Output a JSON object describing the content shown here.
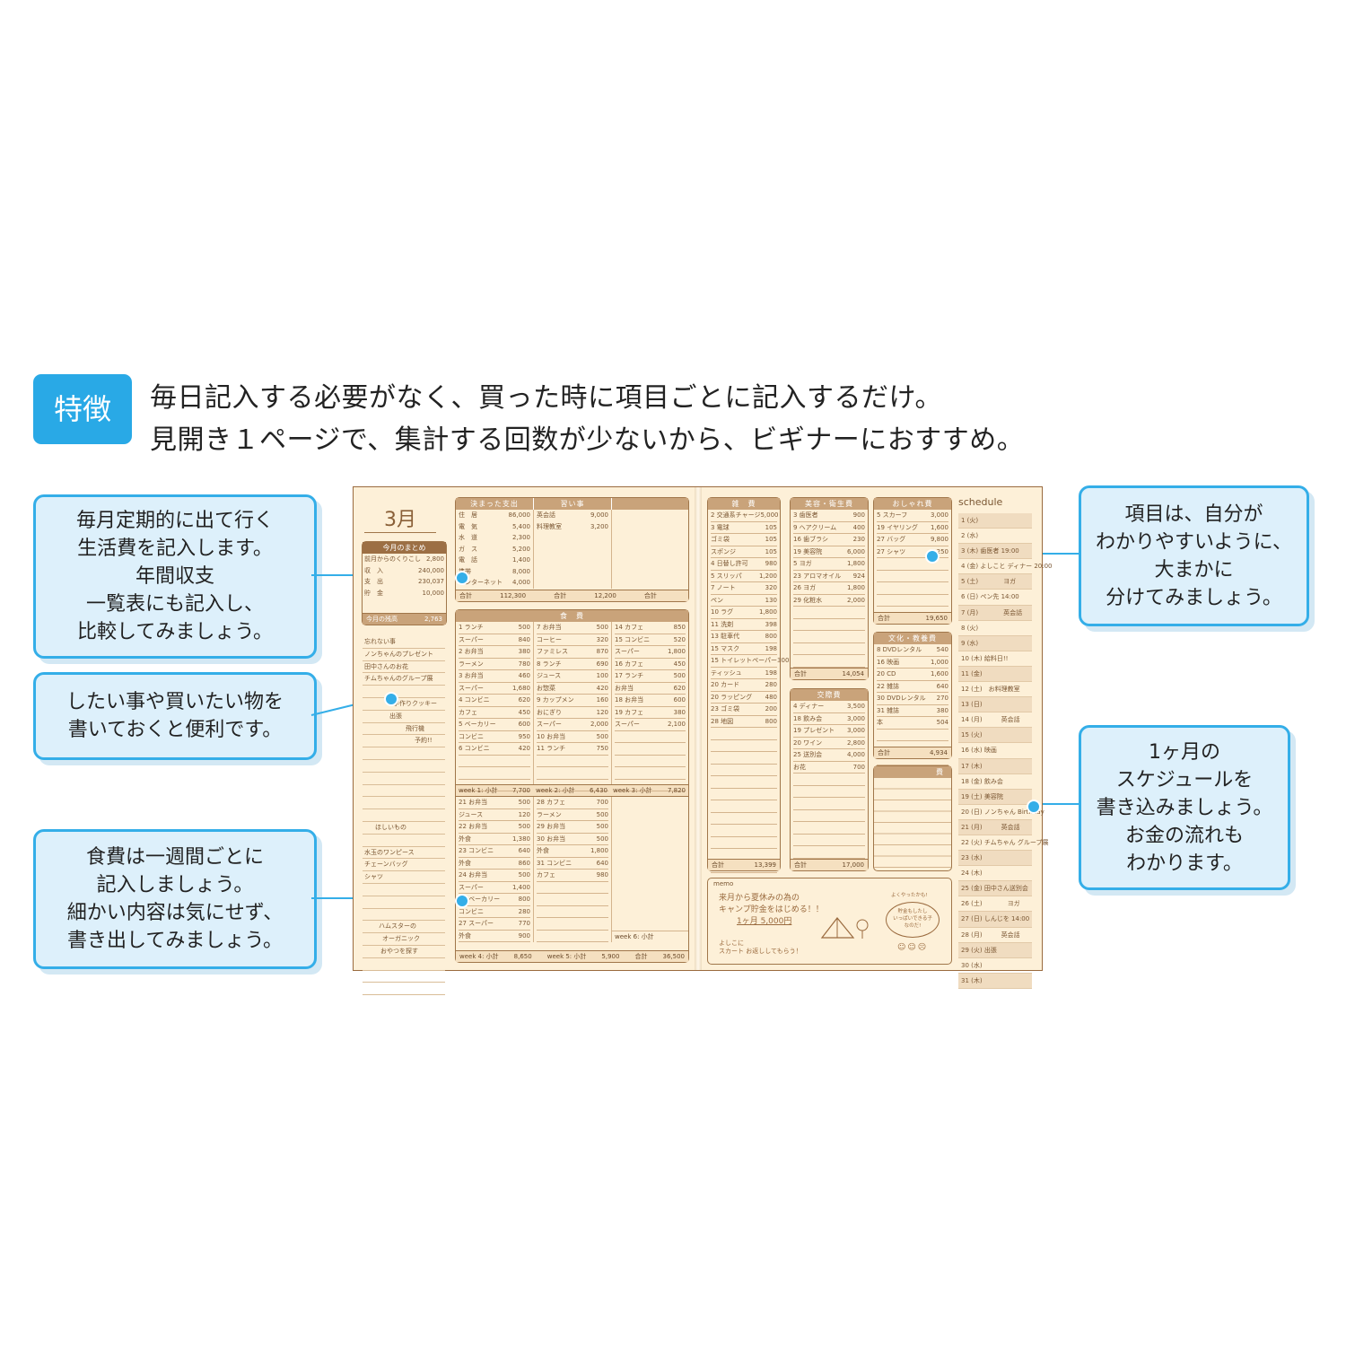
{
  "header": {
    "badge": "特徴",
    "line1": "毎日記入する必要がなく、買った時に項目ごとに記入するだけ。",
    "line2": "見開き１ページで、集計する回数が少ないから、ビギナーにおすすめ。"
  },
  "callouts": {
    "fixed": [
      "毎月定期的に出て行く",
      "生活費を記入します。",
      "年間収支",
      "一覧表にも記入し、",
      "比較してみましょう。"
    ],
    "wish": [
      "したい事や買いたい物を",
      "書いておくと便利です。"
    ],
    "food": [
      "食費は一週間ごとに",
      "記入しましょう。",
      "細かい内容は気にせず、",
      "書き出してみましょう。"
    ],
    "items": [
      "項目は、自分が",
      "わかりやすいように、",
      "大まかに",
      "分けてみましょう。"
    ],
    "schedule": [
      "1ヶ月の",
      "スケジュールを",
      "書き込みましょう。",
      "お金の流れも",
      "わかります。"
    ]
  },
  "notebook": {
    "month": "3月",
    "summary": {
      "title": "今月のまとめ",
      "rows": [
        [
          "前月からのくりこし",
          "2,800"
        ],
        [
          "収　入",
          "240,000"
        ],
        [
          "支　出",
          "230,037"
        ],
        [
          "貯　金",
          "10,000"
        ]
      ],
      "balance_label": "今月の残高",
      "balance": "2,763"
    },
    "left_list": [
      "忘れない事",
      "ノンちゃんのプレゼント",
      "田中さんのお花",
      "チムちゃんのグループ展",
      "手作りクッキー",
      "出張",
      "飛行機",
      "予約!!",
      "ほしいもの",
      "水玉のワンピース",
      "チェーンバッグ",
      "シャツ",
      "ハムスターの",
      "オーガニック",
      "おやつを探す"
    ],
    "fixed": {
      "title": "決まった支出",
      "sub": "習い事",
      "rows": [
        [
          "住　居",
          "86,000"
        ],
        [
          "電　気",
          "5,400"
        ],
        [
          "水　道",
          "2,300"
        ],
        [
          "ガ　ス",
          "5,200"
        ],
        [
          "電　話",
          "1,400"
        ],
        [
          "携帯",
          "8,000"
        ],
        [
          "インターネット",
          "4,000"
        ]
      ],
      "lessons": [
        [
          "英会話",
          "9,000"
        ],
        [
          "料理教室",
          "3,200"
        ]
      ],
      "total1": "112,300",
      "total2": "12,200",
      "total_label": "合計"
    },
    "food": {
      "title": "食　費",
      "col1": [
        [
          "1",
          "ランチ",
          "500"
        ],
        [
          "",
          "スーパー",
          "840"
        ],
        [
          "2",
          "お弁当",
          "380"
        ],
        [
          "",
          "ラーメン",
          "780"
        ],
        [
          "3",
          "お弁当",
          "460"
        ],
        [
          "",
          "スーパー",
          "1,680"
        ],
        [
          "4",
          "コンビニ",
          "620"
        ],
        [
          "",
          "カフェ",
          "450"
        ],
        [
          "5",
          "ベーカリー",
          "600"
        ],
        [
          "",
          "コンビニ",
          "950"
        ],
        [
          "6",
          "コンビニ",
          "420"
        ]
      ],
      "col2": [
        [
          "7",
          "お弁当",
          "500"
        ],
        [
          "",
          "コーヒー",
          "320"
        ],
        [
          "",
          "ファミレス",
          "870"
        ],
        [
          "8",
          "ランチ",
          "690"
        ],
        [
          "",
          "ジュース",
          "100"
        ],
        [
          "",
          "お惣菜",
          "420"
        ],
        [
          "9",
          "カップメン",
          "160"
        ],
        [
          "",
          "おにぎり",
          "120"
        ],
        [
          "",
          "スーパー",
          "2,000"
        ],
        [
          "10",
          "お弁当",
          "500"
        ],
        [
          "11",
          "ランチ",
          "750"
        ]
      ],
      "col3": [
        [
          "14",
          "カフェ",
          "850"
        ],
        [
          "15",
          "コンビニ",
          "520"
        ],
        [
          "",
          "スーパー",
          "1,800"
        ],
        [
          "16",
          "カフェ",
          "450"
        ],
        [
          "17",
          "ランチ",
          "500"
        ],
        [
          "",
          "お弁当",
          "620"
        ],
        [
          "18",
          "お弁当",
          "600"
        ],
        [
          "19",
          "カフェ",
          "380"
        ],
        [
          "",
          "スーパー",
          "2,100"
        ]
      ],
      "week1": [
        "week 1: 小計",
        "7,700"
      ],
      "week2": [
        "week 2: 小計",
        "6,430"
      ],
      "week3": [
        "week 3: 小計",
        "7,820"
      ],
      "col4": [
        [
          "21",
          "お弁当",
          "500"
        ],
        [
          "",
          "ジュース",
          "120"
        ],
        [
          "22",
          "お弁当",
          "500"
        ],
        [
          "",
          "外食",
          "1,380"
        ],
        [
          "23",
          "コンビニ",
          "640"
        ],
        [
          "",
          "外食",
          "860"
        ],
        [
          "24",
          "お弁当",
          "500"
        ],
        [
          "",
          "スーパー",
          "1,400"
        ],
        [
          "25",
          "ベーカリー",
          "800"
        ],
        [
          "",
          "コンビニ",
          "280"
        ],
        [
          "27",
          "スーパー",
          "770"
        ],
        [
          "",
          "外食",
          "900"
        ]
      ],
      "col5": [
        [
          "28",
          "カフェ",
          "700"
        ],
        [
          "",
          "ラーメン",
          "500"
        ],
        [
          "29",
          "お弁当",
          "500"
        ],
        [
          "30",
          "お弁当",
          "500"
        ],
        [
          "",
          "外食",
          "1,800"
        ],
        [
          "31",
          "コンビニ",
          "640"
        ],
        [
          "",
          "カフェ",
          "980"
        ]
      ],
      "week4": [
        "week 4: 小計",
        "8,650"
      ],
      "week5": [
        "week 5: 小計",
        "5,900"
      ],
      "week6": [
        "week 6: 小計",
        ""
      ],
      "total": [
        "合計",
        "36,500"
      ]
    },
    "misc": {
      "title": "雑　費",
      "rows": [
        [
          "2",
          "交通系チャージ",
          "5,000"
        ],
        [
          "3",
          "電球",
          "105"
        ],
        [
          "",
          "ゴミ袋",
          "105"
        ],
        [
          "",
          "スポンジ",
          "105"
        ],
        [
          "4",
          "日替し許可",
          "980"
        ],
        [
          "5",
          "スリッパ",
          "1,200"
        ],
        [
          "7",
          "ノート",
          "320"
        ],
        [
          "",
          "ペン",
          "130"
        ],
        [
          "10",
          "ラグ",
          "1,800"
        ],
        [
          "11",
          "洗剤",
          "398"
        ],
        [
          "13",
          "駐車代",
          "800"
        ],
        [
          "15",
          "マスク",
          "198"
        ],
        [
          "15",
          "トイレットペーパー",
          "300"
        ],
        [
          "",
          "ティッシュ",
          "198"
        ],
        [
          "20",
          "カード",
          "280"
        ],
        [
          "20",
          "ラッピング",
          "480"
        ],
        [
          "23",
          "ゴミ袋",
          "200"
        ],
        [
          "28",
          "地図",
          "800"
        ]
      ],
      "total": [
        "合計",
        "13,399"
      ]
    },
    "beauty": {
      "title": "美容・衛生費",
      "rows": [
        [
          "3",
          "歯医者",
          "900"
        ],
        [
          "9",
          "ヘアクリーム",
          "400"
        ],
        [
          "16",
          "歯ブラシ",
          "230"
        ],
        [
          "19",
          "美容院",
          "6,000"
        ],
        [
          "5",
          "ヨガ",
          "1,800"
        ],
        [
          "23",
          "アロマオイル",
          "924"
        ],
        [
          "26",
          "ヨガ",
          "1,800"
        ],
        [
          "29",
          "化粧水",
          "2,000"
        ]
      ],
      "total": [
        "合計",
        "14,054"
      ]
    },
    "social": {
      "title": "交際費",
      "rows": [
        [
          "4",
          "ディナー",
          "3,500"
        ],
        [
          "18",
          "飲み会",
          "3,000"
        ],
        [
          "19",
          "プレゼント",
          "3,000"
        ],
        [
          "20",
          "ワイン",
          "2,800"
        ],
        [
          "25",
          "送別会",
          "4,000"
        ],
        [
          "",
          "お花",
          "700"
        ]
      ],
      "total": [
        "合計",
        "17,000"
      ]
    },
    "fashion": {
      "title": "おしゃれ費",
      "rows": [
        [
          "5",
          "スカーフ",
          "3,000"
        ],
        [
          "19",
          "イヤリング",
          "1,600"
        ],
        [
          "27",
          "バッグ",
          "9,800"
        ],
        [
          "27",
          "シャツ",
          "5,250"
        ]
      ],
      "total": [
        "合計",
        "19,650"
      ]
    },
    "culture": {
      "title": "文化・教養費",
      "rows": [
        [
          "8",
          "DVDレンタル",
          "540"
        ],
        [
          "16",
          "映画",
          "1,000"
        ],
        [
          "20",
          "CD",
          "1,600"
        ],
        [
          "22",
          "雑誌",
          "640"
        ],
        [
          "30",
          "DVDレンタル",
          "270"
        ],
        [
          "31",
          "雑誌",
          "380"
        ],
        [
          "",
          "本",
          "504"
        ]
      ],
      "total": [
        "合計",
        "4,934"
      ]
    },
    "blank_box": {
      "title": "費"
    },
    "memo": {
      "title": "memo",
      "line1": "来月から夏休みの為の",
      "line2": "キャンプ貯金をはじめる！！",
      "line3": "1ヶ月 5,000円",
      "line4": "よしこに",
      "line5": "スカート お返ししてもらう！",
      "bubble": "よくやったかも!",
      "bubble2": "貯金もしたし",
      "bubble3": "いっぱいできる子",
      "bubble4": "なのだ!"
    },
    "schedule": {
      "title": "schedule",
      "days": [
        "1 (火)",
        "2 (水)",
        "3 (木) 歯医者 19:00",
        "4 (金) よしこと ディナー 20:00",
        "5 (土)　　　　ヨガ",
        "6 (日) ペン先 14:00",
        "7 (月)　　　　英会話",
        "8 (火)",
        "9 (水)",
        "10 (木) 給料日!!",
        "11 (金)",
        "12 (土)　お料理教室",
        "13 (日)",
        "14 (月)　　　英会話",
        "15 (火)",
        "16 (水) 映画",
        "17 (木)",
        "18 (金) 飲み会",
        "19 (土) 美容院",
        "20 (日) ノンちゃん Birthday",
        "21 (月)　　　英会話",
        "22 (火) チムちゃん グループ展",
        "23 (水)",
        "24 (木)",
        "25 (金) 田中さん送別会",
        "26 (土)　　　　ヨガ",
        "27 (日) しんじを 14:00",
        "28 (月)　　　英会話",
        "29 (火) 出張",
        "30 (水)",
        "31 (木)"
      ]
    }
  }
}
